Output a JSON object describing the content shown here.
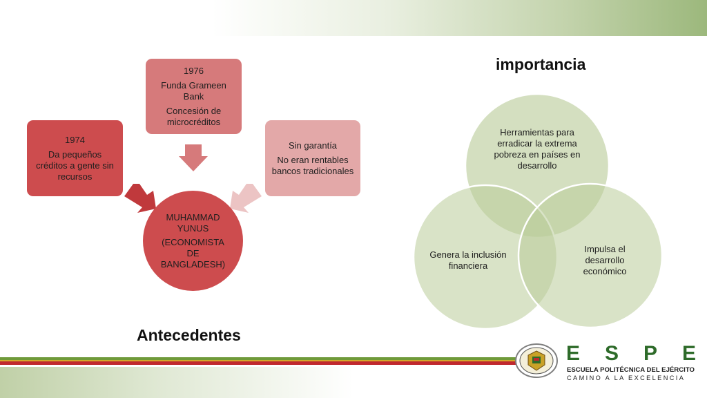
{
  "antecedentes": {
    "title": "Antecedentes",
    "center": {
      "lines": [
        "MUHAMMAD YUNUS",
        "(ECONOMISTA DE BANGLADESH)"
      ]
    },
    "nodes": [
      {
        "lines": [
          "1974",
          "Da pequeños créditos a gente sin recursos"
        ]
      },
      {
        "lines": [
          "1976",
          "Funda Grameen Bank",
          "Concesión de microcréditos"
        ]
      },
      {
        "lines": [
          "Sin garantía",
          "No eran rentables bancos tradicionales"
        ]
      }
    ]
  },
  "importancia": {
    "title": "importancia",
    "circles": [
      {
        "label": "Herramientas para erradicar la extrema pobreza en países en desarrollo"
      },
      {
        "label": "Genera la inclusión financiera"
      },
      {
        "label": "Impulsa el desarrollo económico"
      }
    ]
  },
  "branding": {
    "letters": [
      "E",
      "S",
      "P",
      "E"
    ],
    "line1": "ESCUELA POLITÉCNICA DEL EJÉRCITO",
    "line2": "CAMINO A LA EXCELENCIA"
  },
  "colors": {
    "dark_red": "#cd4c4e",
    "mid_red": "#d67a7b",
    "light_red": "#e3a8a8",
    "venn_green": "#c6d7ad",
    "brand_green": "#2e6b2a"
  }
}
